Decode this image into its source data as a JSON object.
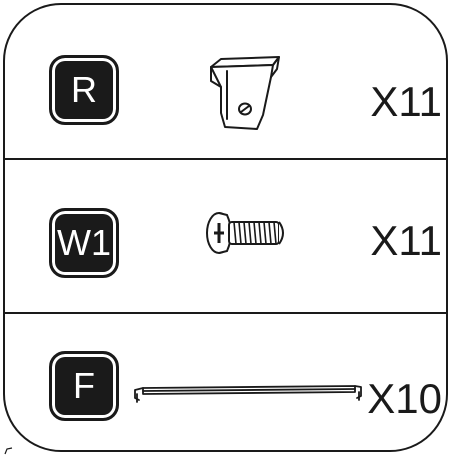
{
  "parts": [
    {
      "code": "R",
      "part_icon": "clip-bracket-icon",
      "quantity": "X11"
    },
    {
      "code": "W1",
      "part_icon": "screw-icon",
      "quantity": "X11"
    },
    {
      "code": "F",
      "part_icon": "rail-bar-icon",
      "quantity": "X10"
    }
  ],
  "colors": {
    "ink": "#1a1a1a",
    "background": "#ffffff"
  }
}
